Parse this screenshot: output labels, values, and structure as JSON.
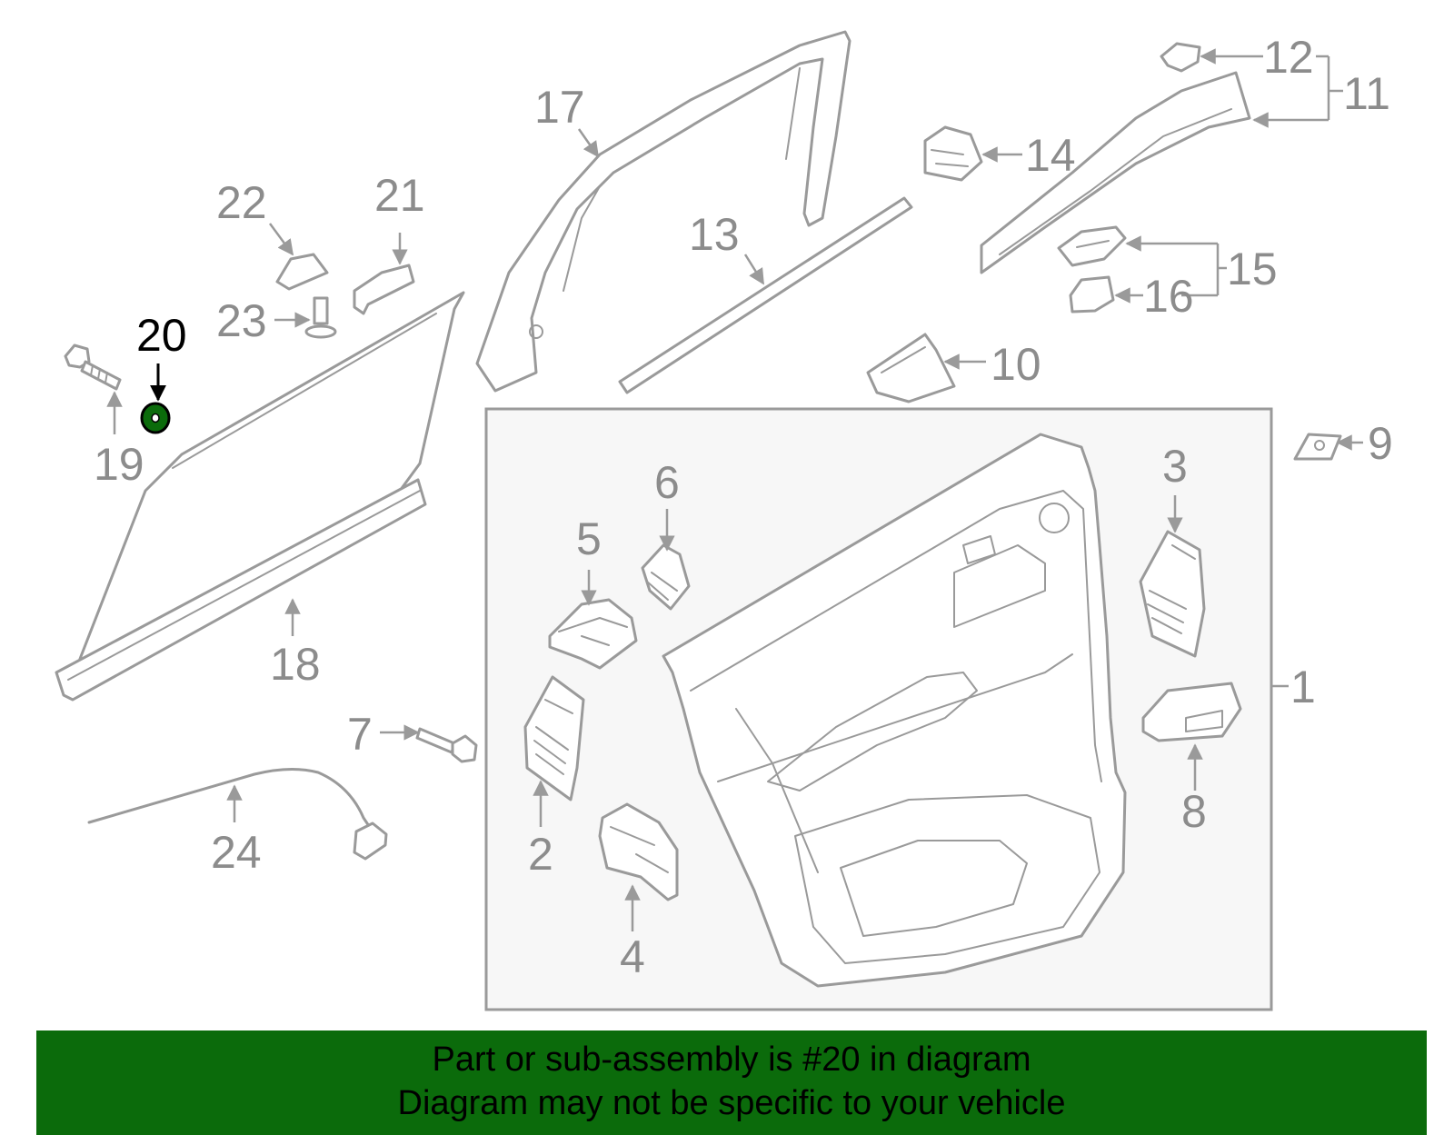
{
  "diagram": {
    "highlight_color": "#0b6b0b",
    "highlighted_part": "20",
    "callouts": [
      {
        "id": "1",
        "label": "1"
      },
      {
        "id": "2",
        "label": "2"
      },
      {
        "id": "3",
        "label": "3"
      },
      {
        "id": "4",
        "label": "4"
      },
      {
        "id": "5",
        "label": "5"
      },
      {
        "id": "6",
        "label": "6"
      },
      {
        "id": "7",
        "label": "7"
      },
      {
        "id": "8",
        "label": "8"
      },
      {
        "id": "9",
        "label": "9"
      },
      {
        "id": "10",
        "label": "10"
      },
      {
        "id": "11",
        "label": "11"
      },
      {
        "id": "12",
        "label": "12"
      },
      {
        "id": "13",
        "label": "13"
      },
      {
        "id": "14",
        "label": "14"
      },
      {
        "id": "15",
        "label": "15"
      },
      {
        "id": "16",
        "label": "16"
      },
      {
        "id": "17",
        "label": "17"
      },
      {
        "id": "18",
        "label": "18"
      },
      {
        "id": "19",
        "label": "19"
      },
      {
        "id": "20",
        "label": "20"
      },
      {
        "id": "21",
        "label": "21"
      },
      {
        "id": "22",
        "label": "22"
      },
      {
        "id": "23",
        "label": "23"
      },
      {
        "id": "24",
        "label": "24"
      }
    ]
  },
  "banner": {
    "background": "#0b6b0b",
    "line1": "Part or sub-assembly is #20 in diagram",
    "line2": "Diagram may not be specific to your vehicle"
  }
}
